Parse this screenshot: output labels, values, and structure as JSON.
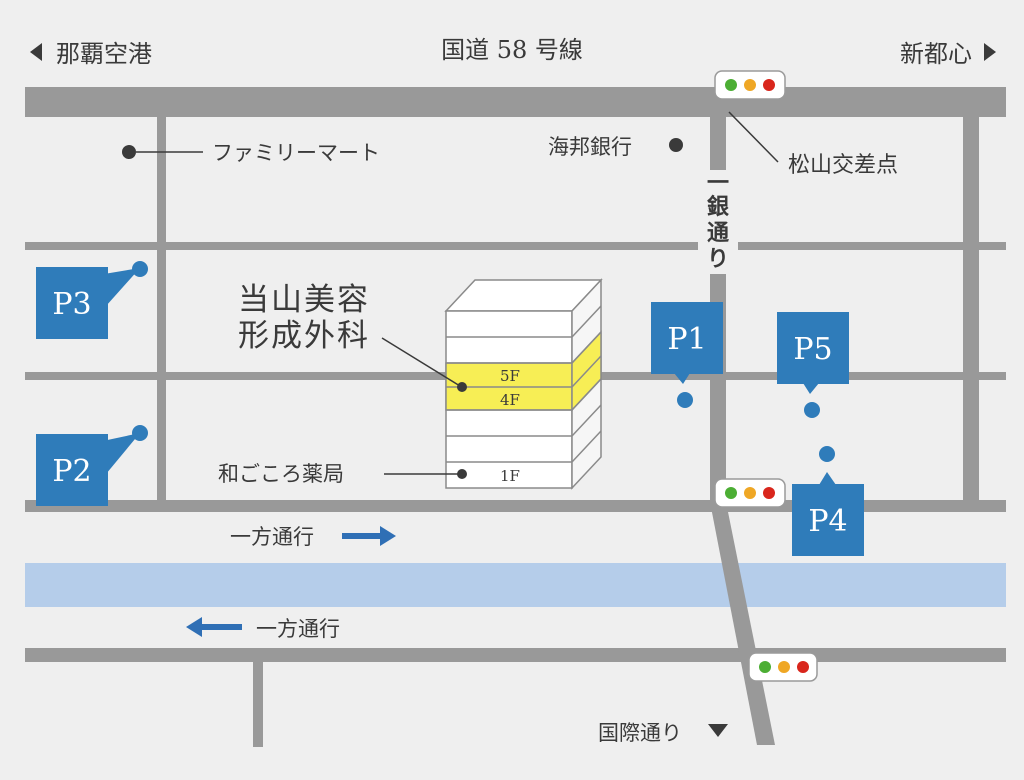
{
  "top": {
    "left_direction": "那覇空港",
    "route_name": "国道 58 号線",
    "right_direction": "新都心"
  },
  "bottom": {
    "street_direction": "国際通り"
  },
  "streets": {
    "ichigin_dori": [
      "一",
      "銀",
      "通",
      "り"
    ]
  },
  "intersection": "松山交差点",
  "landmarks": {
    "familymart": "ファミリーマート",
    "bank": "海邦銀行",
    "pharmacy": "和ごころ薬局"
  },
  "clinic": {
    "line1": "当山美容",
    "line2": "形成外科"
  },
  "floors": {
    "f5": "5F",
    "f4": "4F",
    "f1": "1F"
  },
  "one_way": {
    "upper": "一方通行",
    "lower": "一方通行"
  },
  "parking": {
    "p1": "P1",
    "p2": "P2",
    "p3": "P3",
    "p4": "P4",
    "p5": "P5"
  },
  "colors": {
    "background": "#efefef",
    "road": "#999999",
    "river": "#b5cdea",
    "parking_blue": "#2f7cba",
    "clinic_highlight": "#f7ee55",
    "arrow_blue": "#2f6fb5",
    "signal_green": "#4cae34",
    "signal_amber": "#efa725",
    "signal_red": "#d9261c"
  }
}
